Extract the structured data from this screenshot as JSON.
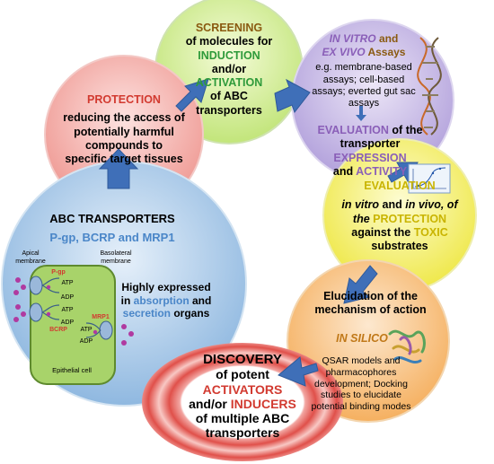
{
  "screening": {
    "l1": "SCREENING",
    "l2": "of molecules for",
    "l3": "INDUCTION",
    "l4": "and/or",
    "l5": "ACTIVATION",
    "l6": "of ABC",
    "l7": "transporters"
  },
  "protection": {
    "title": "PROTECTION",
    "body": "reducing the access of potentially harmful compounds to specific target tissues"
  },
  "invitro": {
    "a": "IN VITRO",
    "and": "and",
    "b": "EX VIVO",
    "assays": "Assays",
    "examples": "e.g. membrane-based assays; cell-based assays; everted gut sac assays",
    "eval": "EVALUATION",
    "of_the": "of the",
    "transporter": "transporter",
    "expression": "EXPRESSION",
    "and2": "and",
    "activity": "ACTIVITY"
  },
  "evaluation": {
    "title": "EVALUATION",
    "l1a": "in vitro",
    "l1b": "and",
    "l1c": "in vivo, of",
    "l2a": "the",
    "l2b": "PROTECTION",
    "l3a": "against the",
    "l3b": "TOXIC",
    "l4": "substrates"
  },
  "abc": {
    "title": "ABC TRANSPORTERS",
    "subtitle": "P-gp, BCRP and MRP1",
    "apical": "Apical membrane",
    "basolateral": "Basolateral membrane",
    "pgp": "P-gp",
    "bcrp": "BCRP",
    "mrp1": "MRP1",
    "atp": "ATP",
    "adp": "ADP",
    "cell": "Epithelial cell",
    "h1": "Highly expressed",
    "h2a": "in",
    "h2b": "absorption",
    "h2c": "and",
    "h3a": "secretion",
    "h3b": "organs"
  },
  "silico": {
    "l1": "Elucidation of the",
    "l2": "mechanism of action",
    "title": "IN SILICO",
    "body": "QSAR models and pharmacophores development; Docking studies to elucidate potential binding modes"
  },
  "discovery": {
    "l1": "DISCOVERY",
    "l2": "of potent",
    "l3": "ACTIVATORS",
    "l4a": "and/or",
    "l4b": "INDUCERS",
    "l5": "of multiple ABC",
    "l6": "transporters"
  },
  "colors": {
    "arrow": "#3f6fb8",
    "screening_fill": "#d9f0a6",
    "protection_fill": "#f5b8b4",
    "invitro_fill": "#c9bde6",
    "evaluation_fill": "#f7f48a",
    "abc_fill": "#bfd8ee",
    "silico_fill": "#f9cc90",
    "discovery_fill": "#e25a55"
  },
  "icons": [
    "dna-helix-icon",
    "chart-thumbnail-icon",
    "protein-ribbon-icon"
  ]
}
